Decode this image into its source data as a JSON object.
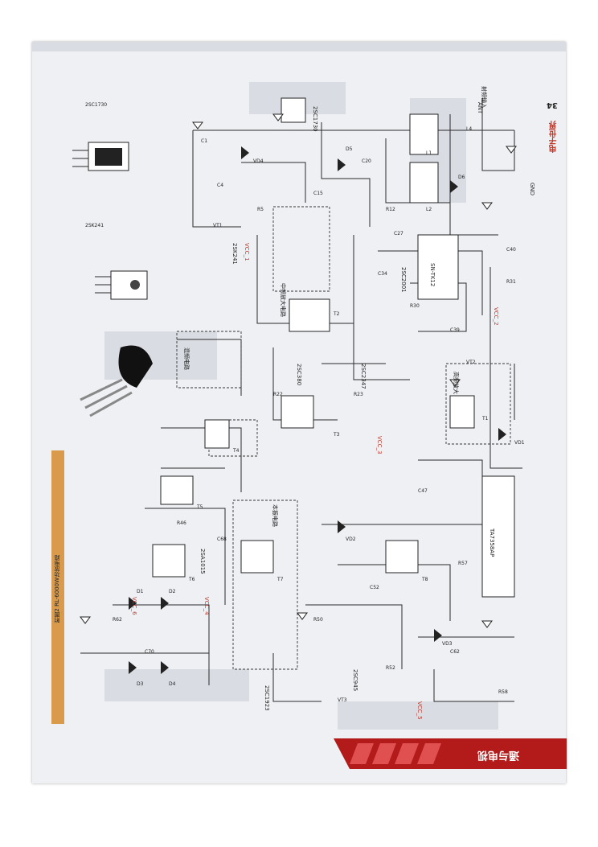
{
  "page": {
    "section_title": "电子世界",
    "page_number": "34",
    "footer_title": "通与电视",
    "figure_caption": "附图2 RL-6000W功放电路"
  },
  "schematic": {
    "ic_labels": [
      "TA7358AP",
      "SN-TK12"
    ],
    "transistor_labels": [
      "2SC1730",
      "2SC380",
      "2SC2347",
      "2SC2001",
      "2SA1015",
      "2SC945",
      "2SK241",
      "2SC1923"
    ],
    "component_labels": [
      "C1",
      "C4",
      "C15",
      "C20",
      "C27",
      "C34",
      "C39",
      "C40",
      "C47",
      "C52",
      "C62",
      "C68",
      "C70",
      "R5",
      "R12",
      "R22",
      "R23",
      "R30",
      "R31",
      "R46",
      "R50",
      "R52",
      "R57",
      "R58",
      "R62",
      "L1",
      "L2",
      "L4",
      "T1",
      "T2",
      "T3",
      "T4",
      "T5",
      "T6",
      "T7",
      "T8",
      "VD1",
      "VD2",
      "VD3",
      "VD4",
      "VT1",
      "VT2",
      "VT3",
      "D1",
      "D2",
      "D3",
      "D4",
      "D5",
      "D6"
    ],
    "net_labels": [
      "VCC_1",
      "VCC_2",
      "VCC_3",
      "VCC_4",
      "VCC_5",
      "VCC_6",
      "ANT",
      "GND"
    ],
    "block_labels": [
      "中频放大电路",
      "混频电路",
      "本振电路",
      "高频放大",
      "射频输入"
    ]
  },
  "icons": {
    "transistor_photo": "transistor-to92-icon",
    "transistor_package": "transistor-package-icon",
    "ground": "ground-icon"
  },
  "colors": {
    "accent_red": "#c0392b",
    "caption_orange": "#d99a4b",
    "paper": "#eef0f3"
  }
}
